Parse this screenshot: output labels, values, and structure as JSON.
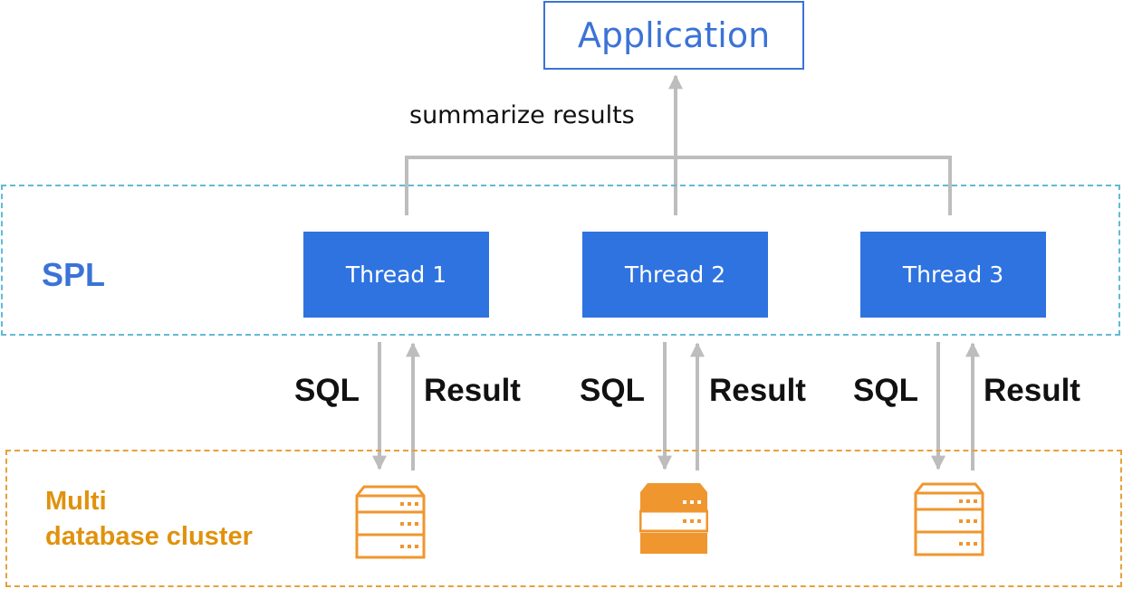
{
  "application": {
    "label": "Application"
  },
  "summary": {
    "label": "summarize results"
  },
  "spl": {
    "label": "SPL"
  },
  "threads": [
    {
      "label": "Thread 1",
      "sql_label": "SQL",
      "result_label": "Result"
    },
    {
      "label": "Thread 2",
      "sql_label": "SQL",
      "result_label": "Result"
    },
    {
      "label": "Thread 3",
      "sql_label": "SQL",
      "result_label": "Result"
    }
  ],
  "database": {
    "label_line1": "Multi",
    "label_line2": "database cluster"
  },
  "servers": [
    {
      "icon": "server-icon",
      "style": "outline"
    },
    {
      "icon": "server-icon",
      "style": "filled"
    },
    {
      "icon": "server-icon",
      "style": "outline"
    }
  ],
  "colors": {
    "accent_blue": "#3b73d6",
    "thread_fill": "#2f73e0",
    "spl_border": "#63b9d6",
    "db_orange": "#e6a13b",
    "db_label": "#e0920c",
    "connector_gray": "#bdbdbd"
  }
}
